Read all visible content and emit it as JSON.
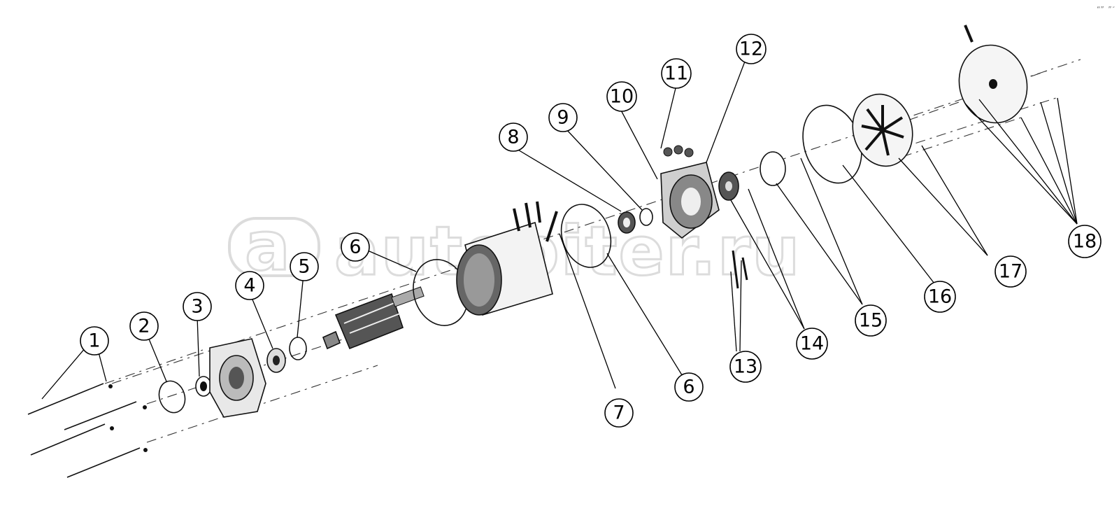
{
  "diagram": {
    "type": "exploded-parts-view",
    "watermark": {
      "text": "autopiter.ru",
      "logo_text": "a"
    },
    "corner_mark": "“” ”″",
    "callouts": [
      {
        "id": "c1",
        "label": "1"
      },
      {
        "id": "c2",
        "label": "2"
      },
      {
        "id": "c3",
        "label": "3"
      },
      {
        "id": "c4",
        "label": "4"
      },
      {
        "id": "c5",
        "label": "5"
      },
      {
        "id": "c6a",
        "label": "6"
      },
      {
        "id": "c6b",
        "label": "6"
      },
      {
        "id": "c7",
        "label": "7"
      },
      {
        "id": "c8",
        "label": "8"
      },
      {
        "id": "c9",
        "label": "9"
      },
      {
        "id": "c10",
        "label": "10"
      },
      {
        "id": "c11",
        "label": "11"
      },
      {
        "id": "c12",
        "label": "12"
      },
      {
        "id": "c13",
        "label": "13"
      },
      {
        "id": "c14",
        "label": "14"
      },
      {
        "id": "c15",
        "label": "15"
      },
      {
        "id": "c16",
        "label": "16"
      },
      {
        "id": "c17",
        "label": "17"
      },
      {
        "id": "c18",
        "label": "18"
      }
    ]
  }
}
